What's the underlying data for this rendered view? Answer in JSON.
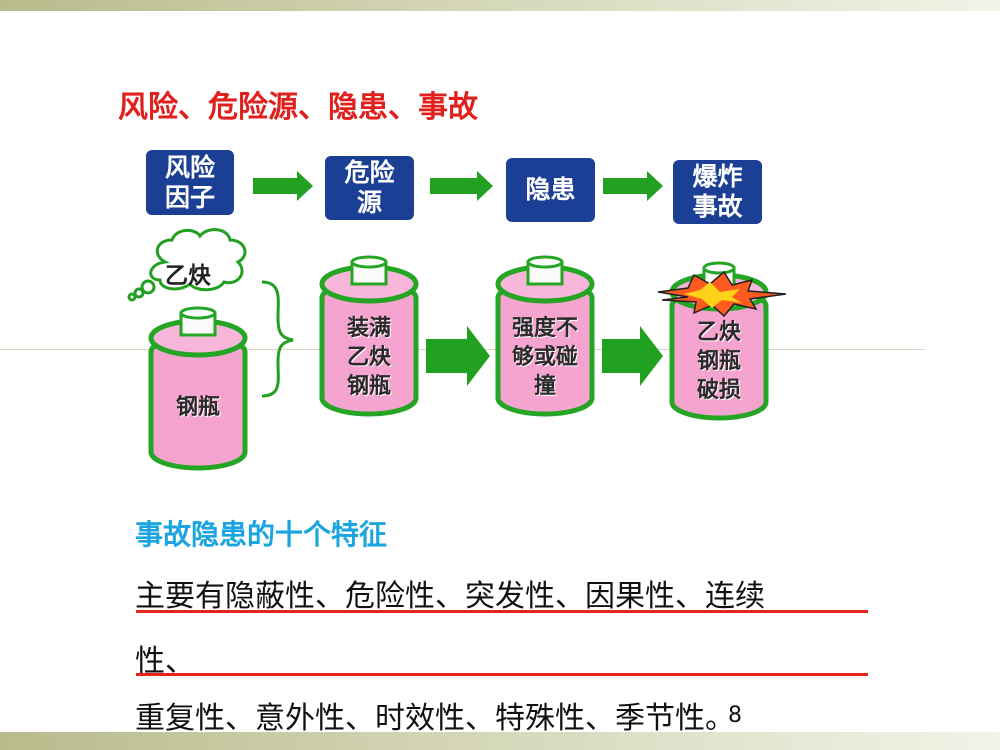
{
  "title": "风险、危险源、隐患、事故",
  "flow_boxes": [
    {
      "line1": "风险",
      "line2": "因子"
    },
    {
      "line1": "危险",
      "line2": "源"
    },
    {
      "line1": "隐患",
      "line2": ""
    },
    {
      "line1": "爆炸",
      "line2": "事故"
    }
  ],
  "cloud_label": "乙炔",
  "cylinders": [
    {
      "lines": [
        "钢瓶"
      ]
    },
    {
      "lines": [
        "装满",
        "乙炔",
        "钢瓶"
      ]
    },
    {
      "lines": [
        "强度不",
        "够或碰",
        "撞"
      ]
    },
    {
      "lines": [
        "乙炔",
        "钢瓶",
        "破损"
      ]
    }
  ],
  "section": {
    "title": "事故隐患的十个特征",
    "line1": "主要有隐蔽性、危险性、突发性、因果性、连续",
    "line2": "性、",
    "line3": "重复性、意外性、时效性、特殊性、季节性。"
  },
  "page_number": "8",
  "colors": {
    "title_red": "#e0201c",
    "box_blue": "#1c3f96",
    "arrow_green": "#22a022",
    "cylinder_pink": "#f5a3cf",
    "cylinder_border": "#24a524",
    "subtitle_blue": "#1aa5e0",
    "underline_red": "#e8231c"
  }
}
